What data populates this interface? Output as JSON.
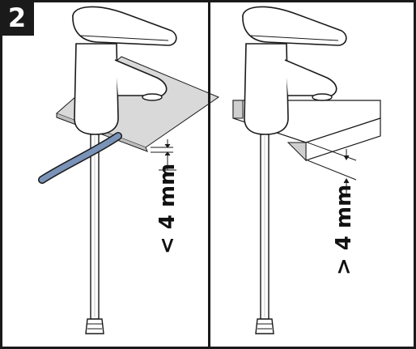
{
  "step": {
    "number": "2"
  },
  "left_panel": {
    "dimension_label": "< 4 mm"
  },
  "right_panel": {
    "dimension_label": "> 4 mm"
  },
  "colors": {
    "outline": "#1a1a1a",
    "surface": "#d9d9d9",
    "hose": "#7a93b8"
  },
  "icons": {
    "faucet": "basin-mixer-faucet-icon",
    "hose": "flexible-hose-icon"
  }
}
